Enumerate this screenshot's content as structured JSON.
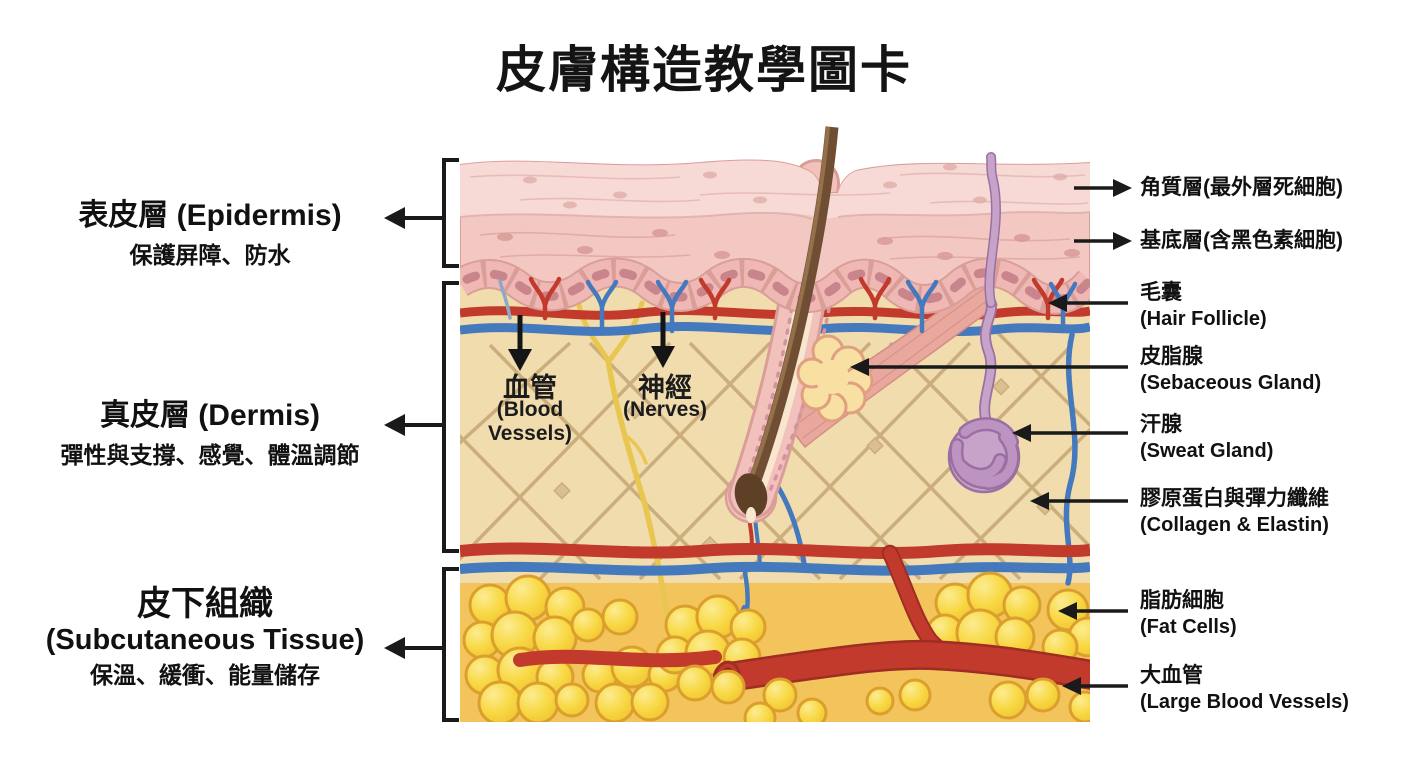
{
  "title": "皮膚構造教學圖卡",
  "left_labels": [
    {
      "title": "表皮層 (Epidermis)",
      "desc": "保護屏障、防水"
    },
    {
      "title": "真皮層 (Dermis)",
      "desc": "彈性與支撐、感覺、體溫調節"
    },
    {
      "title": "皮下組織",
      "title_en": "(Subcutaneous Tissue)",
      "desc": "保溫、緩衝、能量儲存"
    }
  ],
  "right_labels": [
    {
      "zh": "角質層(最外層死細胞)",
      "en": ""
    },
    {
      "zh": "基底層(含黑色素細胞)",
      "en": ""
    },
    {
      "zh": "毛囊",
      "en": "(Hair Follicle)"
    },
    {
      "zh": "皮脂腺",
      "en": "(Sebaceous Gland)"
    },
    {
      "zh": "汗腺",
      "en": "(Sweat Gland)"
    },
    {
      "zh": "膠原蛋白與彈力纖維",
      "en": "(Collagen & Elastin)"
    },
    {
      "zh": "脂肪細胞",
      "en": "(Fat Cells)"
    },
    {
      "zh": "大血管",
      "en": "(Large Blood Vessels)"
    }
  ],
  "inner_labels": {
    "vessels_zh": "血管",
    "vessels_en": "(Blood Vessels)",
    "nerves_zh": "神經",
    "nerves_en": "(Nerves)"
  },
  "palette": {
    "epidermis_top": "#F7DAD5",
    "epidermis_mid": "#F3C8C3",
    "basal_cells": "#F0B8B4",
    "dermis": "#F0DCAD",
    "subcutis": "#F4C45C",
    "vessel_red": "#C23A2C",
    "vessel_blue": "#4579BE",
    "nerve_yellow": "#E9C64F",
    "hair_brown": "#6F4E33",
    "sweat_gland_purple": "#C7A3C9",
    "fat_yellow": "#F9DA4E",
    "annotation_black": "#1a1a1a"
  }
}
